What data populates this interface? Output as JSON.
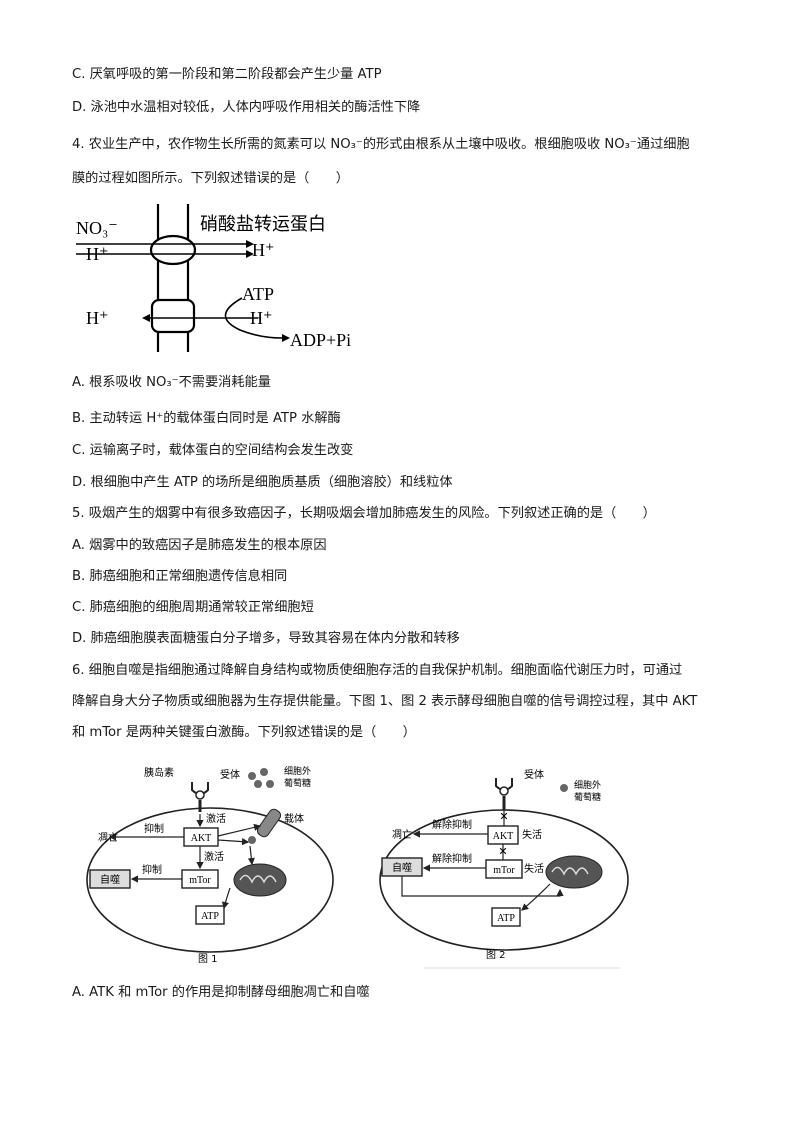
{
  "q3": {
    "optC": "C. 厌氧呼吸的第一阶段和第二阶段都会产生少量 ATP",
    "optD": "D. 泳池中水温相对较低，人体内呼吸作用相关的酶活性下降"
  },
  "q4": {
    "stem_line1": "4. 农业生产中，农作物生长所需的氮素可以 NO₃⁻的形式由根系从土壤中吸收。根细胞吸收 NO₃⁻通过细胞",
    "stem_line2": "膜的过程如图所示。下列叙述错误的是（　　）",
    "figure": {
      "label_no3": "NO₃⁻",
      "label_h_left_top": "H⁺",
      "label_transporter": "硝酸盐转运蛋白",
      "label_h_right_top": "H⁺",
      "label_atp": "ATP",
      "label_h_left_bottom": "H⁺",
      "label_h_right_bottom": "H⁺",
      "label_adp": "ADP+Pi"
    },
    "optA": "A.  根系吸收 NO₃⁻不需要消耗能量",
    "optB": "B.  主动转运 H⁺的载体蛋白同时是 ATP 水解酶",
    "optC": "C.  运输离子时，载体蛋白的空间结构会发生改变",
    "optD": "D.  根细胞中产生 ATP 的场所是细胞质基质（细胞溶胶）和线粒体"
  },
  "q5": {
    "stem": "5. 吸烟产生的烟雾中有很多致癌因子，长期吸烟会增加肺癌发生的风险。下列叙述正确的是（　　）",
    "optA": "A.  烟雾中的致癌因子是肺癌发生的根本原因",
    "optB": "B.  肺癌细胞和正常细胞遗传信息相同",
    "optC": "C.  肺癌细胞的细胞周期通常较正常细胞短",
    "optD": "D.  肺癌细胞膜表面糖蛋白分子增多，导致其容易在体内分散和转移"
  },
  "q6": {
    "stem_line1": "6. 细胞自噬是指细胞通过降解自身结构或物质使细胞存活的自我保护机制。细胞面临代谢压力时，可通过",
    "stem_line2": "降解自身大分子物质或细胞器为生存提供能量。下图 1、图 2 表示酵母细胞自噬的信号调控过程，其中 AKT",
    "stem_line3": "和 mTor 是两种关键蛋白激酶。下列叙述错误的是（　　）",
    "fig1": {
      "insulin": "胰岛素",
      "receptor": "受体",
      "glucose_out_1": "细胞外",
      "glucose_out_2": "葡萄糖",
      "activate1": "激活",
      "carrier": "载体",
      "inhibit1": "抑制",
      "apoptosis": "凋亡",
      "akt": "AKT",
      "activate2": "激活",
      "inhibit2": "抑制",
      "autophagy": "自噬",
      "mtor": "mTor",
      "atp": "ATP",
      "caption": "图 1"
    },
    "fig2": {
      "receptor": "受体",
      "glucose_out_1": "细胞外",
      "glucose_out_2": "葡萄糖",
      "release1": "解除抑制",
      "apoptosis": "凋亡",
      "akt": "AKT",
      "inactive1": "失活",
      "release2": "解除抑制",
      "autophagy": "自噬",
      "mtor": "mTor",
      "inactive2": "失活",
      "atp": "ATP",
      "caption": "图 2"
    },
    "optA": "A. ATK 和 mTor 的作用是抑制酵母细胞凋亡和自噬"
  }
}
